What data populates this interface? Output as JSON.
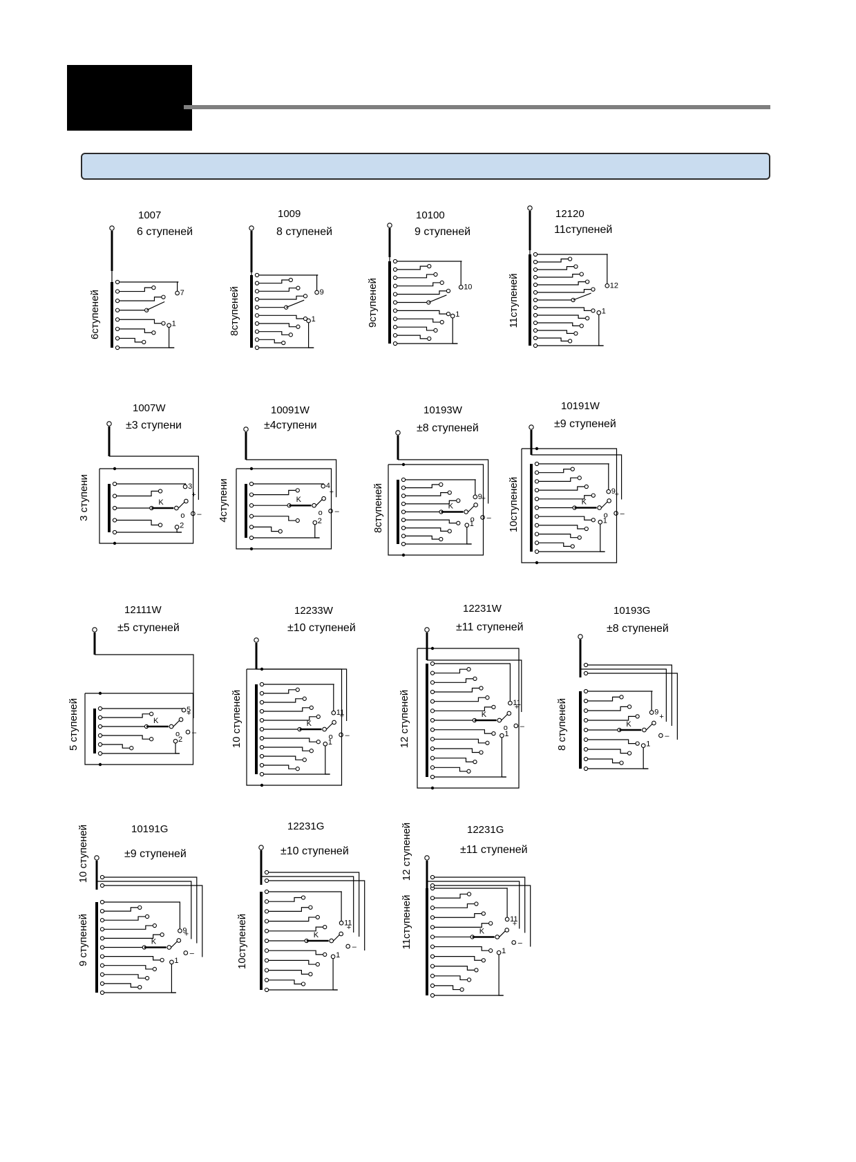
{
  "diagrams": [
    {
      "model": "1007",
      "steps": "6 ступеней",
      "side": "6ступеней",
      "type": "A",
      "n": 8,
      "hi": "7",
      "lo": "1"
    },
    {
      "model": "1009",
      "steps": "8 ступеней",
      "side": "8ступеней",
      "type": "A",
      "n": 10,
      "hi": "9",
      "lo": "1"
    },
    {
      "model": "10100",
      "steps": "9 ступеней",
      "side": "9ступеней",
      "type": "A",
      "n": 11,
      "hi": "10",
      "lo": "1"
    },
    {
      "model": "12120",
      "steps": "11ступеней",
      "side": "11ступеней",
      "type": "A",
      "n": 13,
      "hi": "12",
      "lo": "1"
    },
    {
      "model": "1007W",
      "steps": "±3 ступени",
      "side": "3 ступени",
      "type": "W",
      "n": 5,
      "hi": "3",
      "lo": "2",
      "k": "K",
      "plus": "+",
      "minus": "–",
      "zero": "o"
    },
    {
      "model": "10091W",
      "steps": "±4ступени",
      "side": "4ступени",
      "type": "W",
      "n": 6,
      "hi": "4",
      "lo": "2",
      "k": "K",
      "plus": "+",
      "minus": "–",
      "zero": "o"
    },
    {
      "model": "10193W",
      "steps": "±8 ступеней",
      "side": "8ступеней",
      "type": "W",
      "n": 9,
      "hi": "9",
      "lo": "1",
      "k": "K",
      "plus": "+",
      "minus": "–",
      "zero": "o"
    },
    {
      "model": "10191W",
      "steps": "±9 ступеней",
      "side": "10ступеней",
      "type": "W",
      "n": 11,
      "hi": "9",
      "lo": "1",
      "k": "K",
      "plus": "+",
      "minus": "–",
      "zero": "o"
    },
    {
      "model": "12111W",
      "steps": "±5 ступеней",
      "side": "5 ступеней",
      "type": "W",
      "n": 6,
      "hi": "5",
      "lo": "2",
      "k": "K",
      "plus": "+",
      "minus": "–",
      "zero": "o"
    },
    {
      "model": "12233W",
      "steps": "±10 ступеней",
      "side": "10 ступеней",
      "type": "W",
      "n": 11,
      "hi": "11",
      "lo": "1",
      "k": "K",
      "plus": "+",
      "minus": "–",
      "zero": "o"
    },
    {
      "model": "12231W",
      "steps": "±11 ступеней",
      "side": "12 ступеней",
      "type": "W",
      "n": 13,
      "hi": "11",
      "lo": "1",
      "k": "K",
      "plus": "+",
      "minus": "–",
      "zero": "o"
    },
    {
      "model": "10193G",
      "steps": "±8 ступеней",
      "side": "8 ступеней",
      "type": "G",
      "n": 9,
      "hi": "9",
      "lo": "1",
      "k": "K",
      "plus": "+",
      "minus": "–"
    },
    {
      "model": "10191G",
      "steps": "±9 ступеней",
      "side": "9 ступеней",
      "side2": "10 ступеней",
      "type": "G",
      "n": 11,
      "hi": "9",
      "lo": "1",
      "k": "K",
      "plus": "+",
      "minus": "–"
    },
    {
      "model": "12231G",
      "steps": "±10 ступеней",
      "side": "10ступеней",
      "type": "G",
      "n": 11,
      "hi": "11",
      "lo": "1",
      "k": "K",
      "plus": "+",
      "minus": "–"
    },
    {
      "model": "12231G",
      "steps": "±11 ступеней",
      "side": "11ступеней",
      "side2": "12 ступеней",
      "type": "G",
      "n": 12,
      "hi": "11",
      "lo": "1",
      "k": "K",
      "plus": "+",
      "minus": "–"
    }
  ]
}
